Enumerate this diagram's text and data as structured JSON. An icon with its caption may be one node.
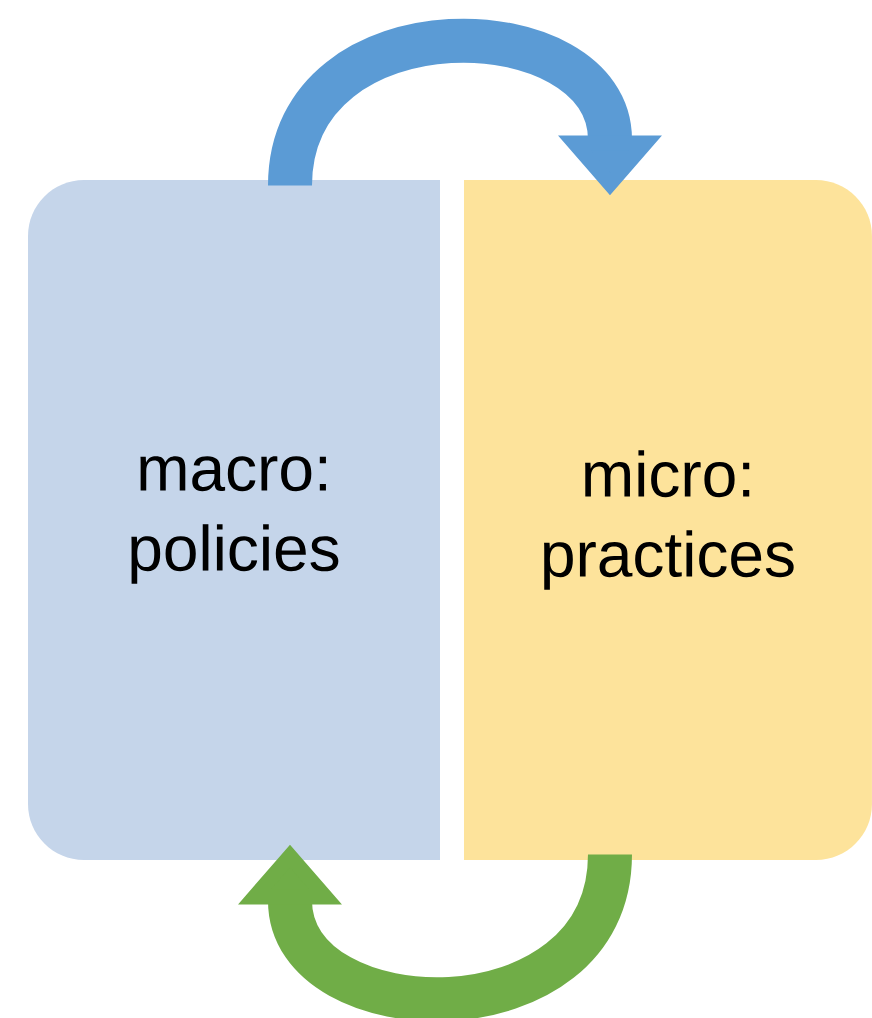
{
  "diagram": {
    "nodes": [
      {
        "text": [
          "macro: policies"
        ]
      },
      {
        "text": [
          "micro: practices"
        ]
      }
    ],
    "edges": [
      {
        "from": 0,
        "to": 1,
        "arrow": "to",
        "color": "#5b9bd5"
      },
      {
        "from": 1,
        "to": 0,
        "arrow": "to",
        "color": "#70ad47"
      }
    ]
  }
}
